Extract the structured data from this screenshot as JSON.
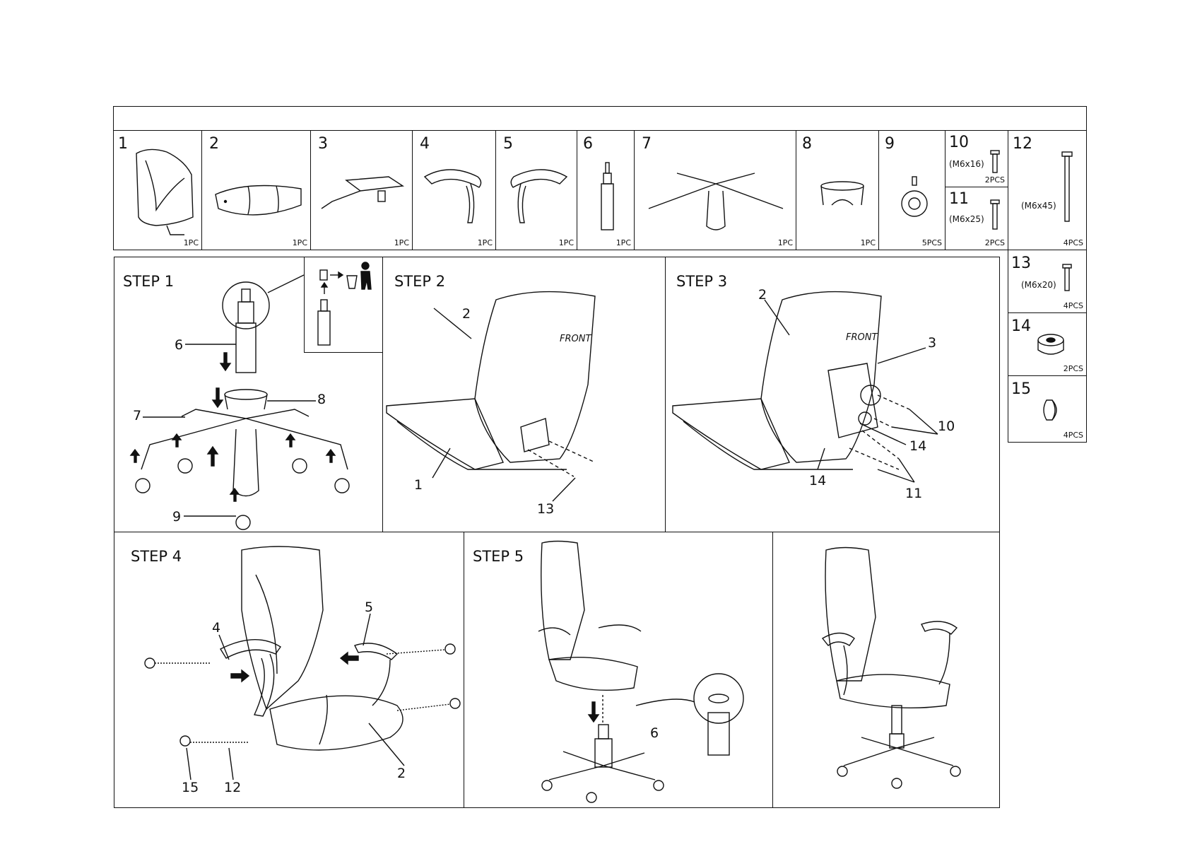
{
  "parts": [
    {
      "num": "1",
      "qty": "1PC"
    },
    {
      "num": "2",
      "qty": "1PC"
    },
    {
      "num": "3",
      "qty": "1PC"
    },
    {
      "num": "4",
      "qty": "1PC"
    },
    {
      "num": "5",
      "qty": "1PC"
    },
    {
      "num": "6",
      "qty": "1PC"
    },
    {
      "num": "7",
      "qty": "1PC"
    },
    {
      "num": "8",
      "qty": "1PC"
    },
    {
      "num": "9",
      "qty": "5PCS"
    },
    {
      "num": "10",
      "spec": "(M6x16)",
      "qty": "2PCS"
    },
    {
      "num": "11",
      "spec": "(M6x25)",
      "qty": "2PCS"
    },
    {
      "num": "12",
      "spec": "(M6x45)",
      "qty": "4PCS"
    },
    {
      "num": "13",
      "spec": "(M6x20)",
      "qty": "4PCS"
    },
    {
      "num": "14",
      "qty": "2PCS"
    },
    {
      "num": "15",
      "qty": "4PCS"
    }
  ],
  "steps": {
    "step1": {
      "label": "STEP 1",
      "callouts": [
        "6",
        "8",
        "7",
        "9"
      ]
    },
    "step2": {
      "label": "STEP 2",
      "callouts": [
        "2",
        "1",
        "13"
      ],
      "front": "FRONT"
    },
    "step3": {
      "label": "STEP 3",
      "callouts": [
        "2",
        "3",
        "10",
        "14",
        "14",
        "11"
      ],
      "front": "FRONT"
    },
    "step4": {
      "label": "STEP 4",
      "callouts": [
        "4",
        "5",
        "15",
        "12",
        "2"
      ]
    },
    "step5": {
      "label": "STEP 5",
      "callouts": [
        "6"
      ]
    }
  }
}
